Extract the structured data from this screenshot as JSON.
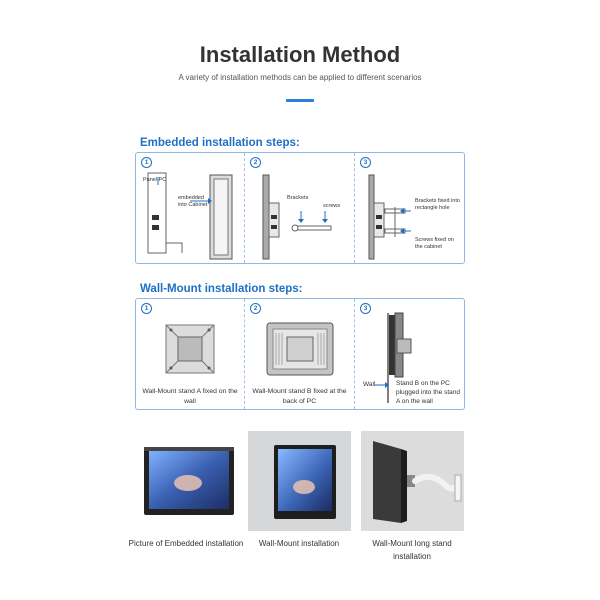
{
  "header": {
    "title": "Installation Method",
    "subtitle": "A variety of installation methods can be applied to different scenarios"
  },
  "embedded": {
    "section_title": "Embedded installation steps:",
    "steps": [
      {
        "number": "1",
        "labels": {
          "panel": "Panel PC",
          "cabinet": "embedded into Cabinet"
        }
      },
      {
        "number": "2",
        "labels": {
          "brackets": "Brackets",
          "screws": "screws"
        }
      },
      {
        "number": "3",
        "labels": {
          "fixed": "Brackets fixed into rectangle hole",
          "screws": "Screws fixed on the cabinet"
        }
      }
    ]
  },
  "wallmount": {
    "section_title": "Wall-Mount installation steps:",
    "steps": [
      {
        "number": "1",
        "caption": "Wall-Mount stand A fixed on the wall"
      },
      {
        "number": "2",
        "caption": "Wall-Mount stand B fixed at the back of PC"
      },
      {
        "number": "3",
        "wall_label": "Wall",
        "caption": "Stand B on the PC plugged into the stand A on the wall"
      }
    ]
  },
  "photos": [
    {
      "caption": "Picture of Embedded installation"
    },
    {
      "caption": "Wall-Mount installation"
    },
    {
      "caption": "Wall-Mount long stand installation"
    }
  ],
  "colors": {
    "accent": "#1f6fc7",
    "panel_border": "#8db8e8"
  }
}
